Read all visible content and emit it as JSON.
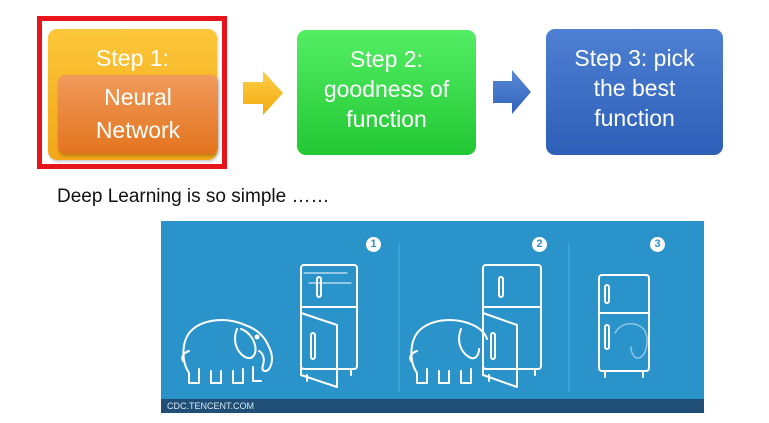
{
  "steps": {
    "step1": {
      "title": "Step 1:",
      "inner_line1": "Neural",
      "inner_line2": "Network",
      "color": "#f5b21e",
      "inner_color": "#e8823a",
      "highlight_color": "#e8141c"
    },
    "step2": {
      "line1": "Step 2:",
      "line2": "goodness of",
      "line3": "function",
      "color": "#3ddc4d"
    },
    "step3": {
      "line1": "Step 3: pick",
      "line2": "the best",
      "line3": "function",
      "color": "#3f6fc4"
    },
    "arrow1_color": "#f7b50f",
    "arrow2_color": "#3f72c6"
  },
  "caption": "Deep Learning is so simple ……",
  "illustration": {
    "panel_numbers": [
      "1",
      "2",
      "3"
    ],
    "credit": "CDC.TENCENT.COM",
    "background": "#2a93c9",
    "icons": [
      "elephant-icon",
      "fridge-icon"
    ]
  }
}
